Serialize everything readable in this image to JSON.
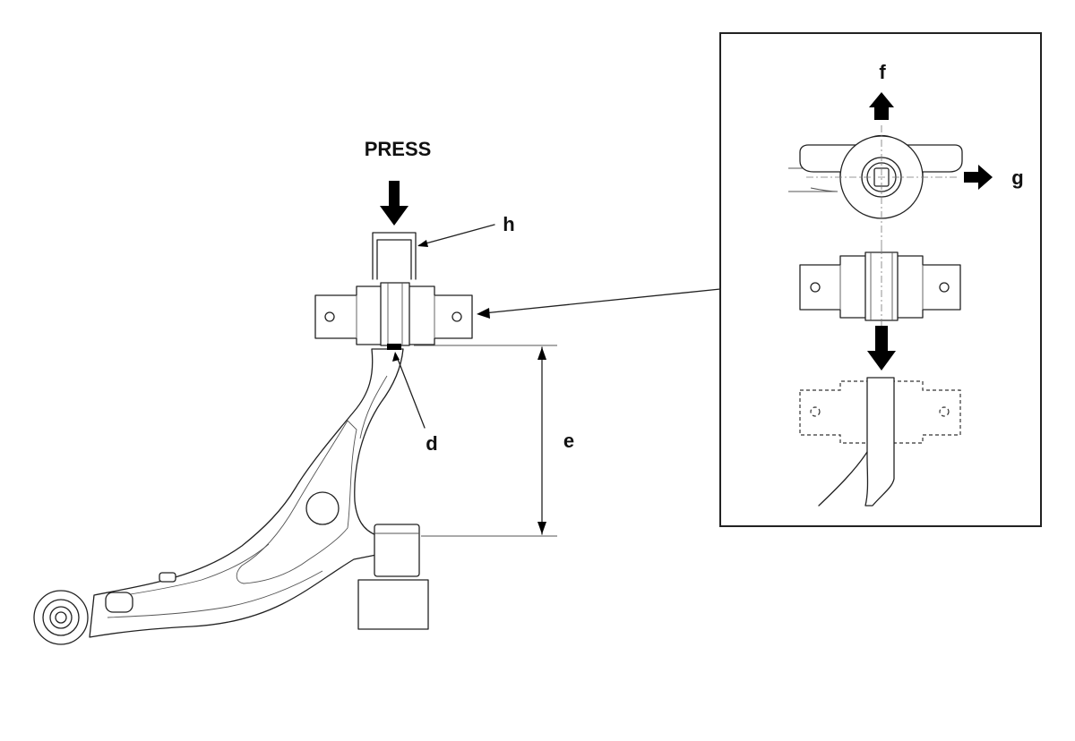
{
  "labels": {
    "press": "PRESS",
    "d": "d",
    "e": "e",
    "f": "f",
    "g": "g",
    "h": "h"
  }
}
